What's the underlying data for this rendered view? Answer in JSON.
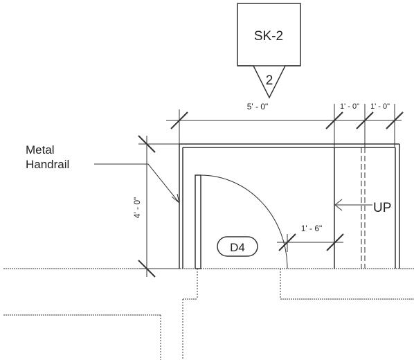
{
  "section_marker": {
    "sheet": "SK-2",
    "number": "2"
  },
  "dimensions": {
    "width_overall": "5' - 0\"",
    "width_right_1": "1' - 0\"",
    "width_right_2": "1' - 0\"",
    "height": "4' - 0\"",
    "clearance": "1' - 6\""
  },
  "notes": {
    "handrail_line1": "Metal",
    "handrail_line2": "Handrail",
    "stair_direction": "UP"
  },
  "tags": {
    "door": "D4"
  },
  "colors": {
    "ink": "#333333",
    "paper": "#ffffff"
  }
}
